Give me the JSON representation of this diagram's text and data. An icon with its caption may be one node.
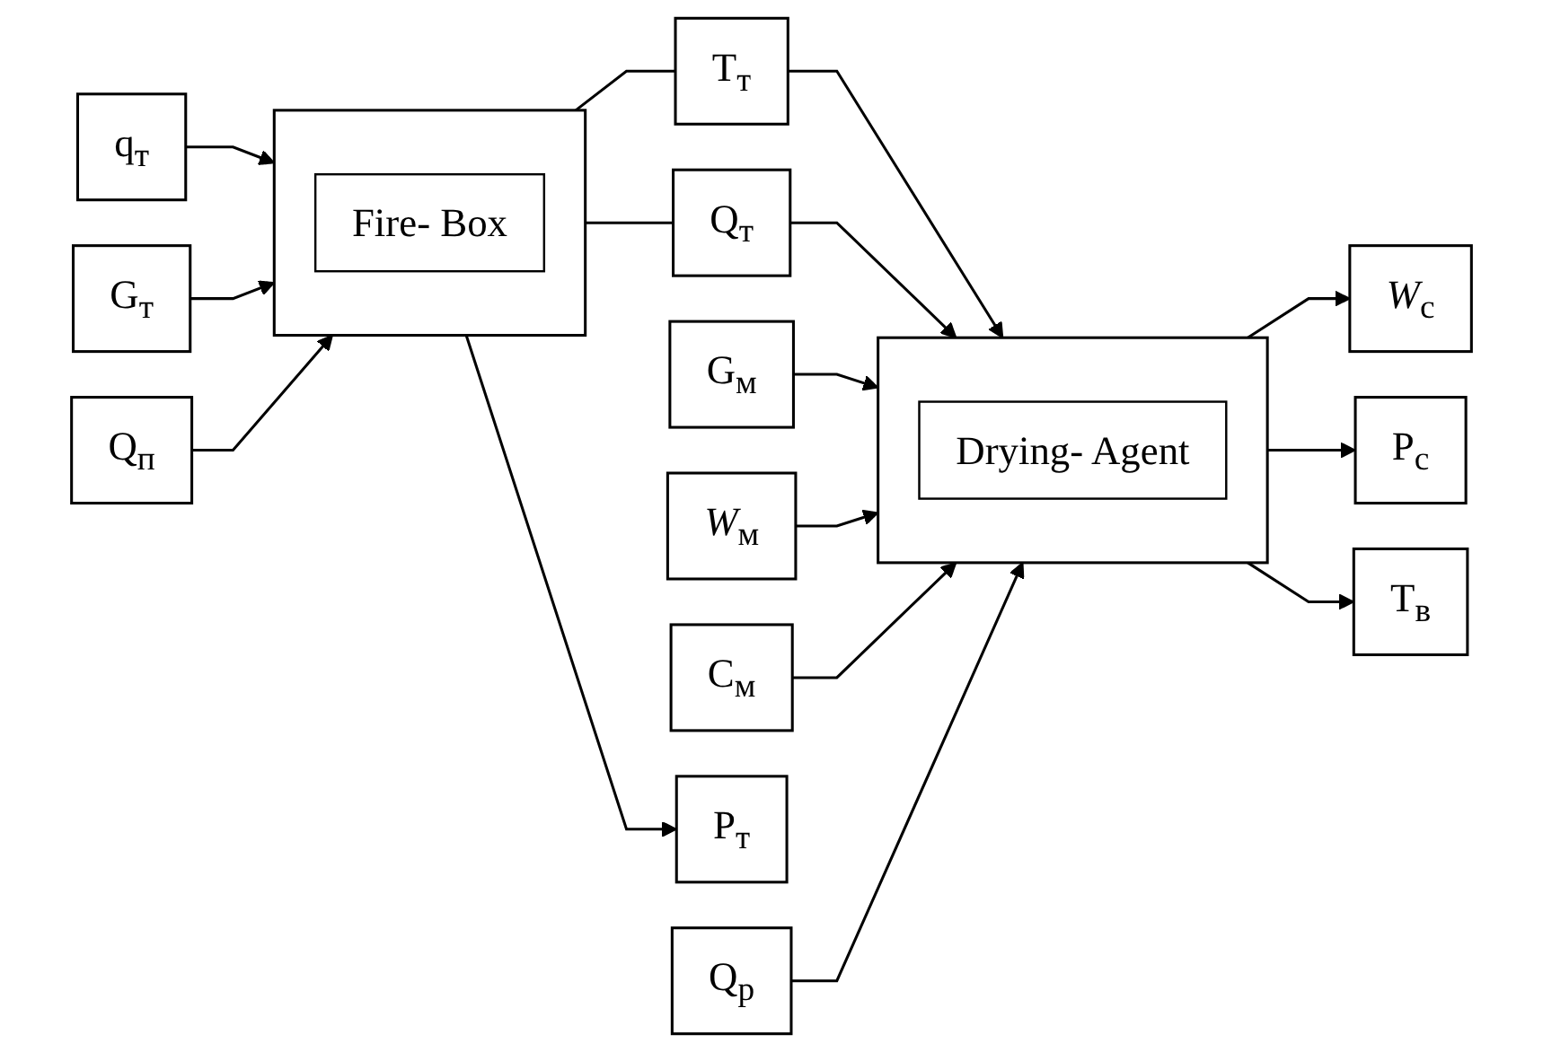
{
  "diagram": {
    "nodes": [
      {
        "text": [
          "q$_{т}$"
        ]
      },
      {
        "text": [
          "G$_{м}$"
        ]
      },
      {
        "text": [
          "*W*$_{м}$"
        ]
      },
      {
        "text": [
          "C$_{м}$"
        ]
      },
      {
        "text": [],
        "shape": "box"
      },
      {
        "text": [
          "Fire- Box"
        ],
        "in": 4
      },
      {
        "text": [
          "G$_{т}$"
        ]
      },
      {
        "text": [],
        "shape": "box"
      },
      {
        "text": [
          "Drying- Agent"
        ],
        "in": 7
      },
      {
        "text": [
          "T$_{т}$"
        ]
      },
      {
        "text": [
          "Q$_{т}$"
        ]
      },
      {
        "text": [
          "*W*$_{с}$"
        ]
      },
      {
        "text": [
          "Q$_{п}$"
        ]
      },
      {
        "text": [
          "P$_{т}$"
        ]
      },
      {
        "text": [
          "Q$_{р}$"
        ]
      },
      {
        "text": [
          "P$_{с}$"
        ]
      },
      {
        "text": [
          "T$_{в}$"
        ]
      }
    ],
    "edges": [
      {
        "from": 0,
        "to": 4,
        "arrow": "to"
      },
      {
        "from": 6,
        "to": 4,
        "arrow": "to"
      },
      {
        "from": 12,
        "to": 4,
        "arrow": "to"
      },
      {
        "from": 4,
        "to": 13,
        "arrow": "to"
      },
      {
        "from": 4,
        "to": 9,
        "arrow": "none"
      },
      {
        "from": 4,
        "to": 10,
        "arrow": "none"
      },
      {
        "from": 9,
        "to": 7,
        "arrow": "to"
      },
      {
        "from": 10,
        "to": 7,
        "arrow": "to"
      },
      {
        "from": 1,
        "to": 7,
        "arrow": "to"
      },
      {
        "from": 2,
        "to": 7,
        "arrow": "to"
      },
      {
        "from": 3,
        "to": 7,
        "arrow": "to"
      },
      {
        "from": 14,
        "to": 7,
        "arrow": "to"
      },
      {
        "from": 7,
        "to": 11,
        "arrow": "to"
      },
      {
        "from": 7,
        "to": 15,
        "arrow": "to"
      },
      {
        "from": 7,
        "to": 16,
        "arrow": "to"
      }
    ]
  }
}
